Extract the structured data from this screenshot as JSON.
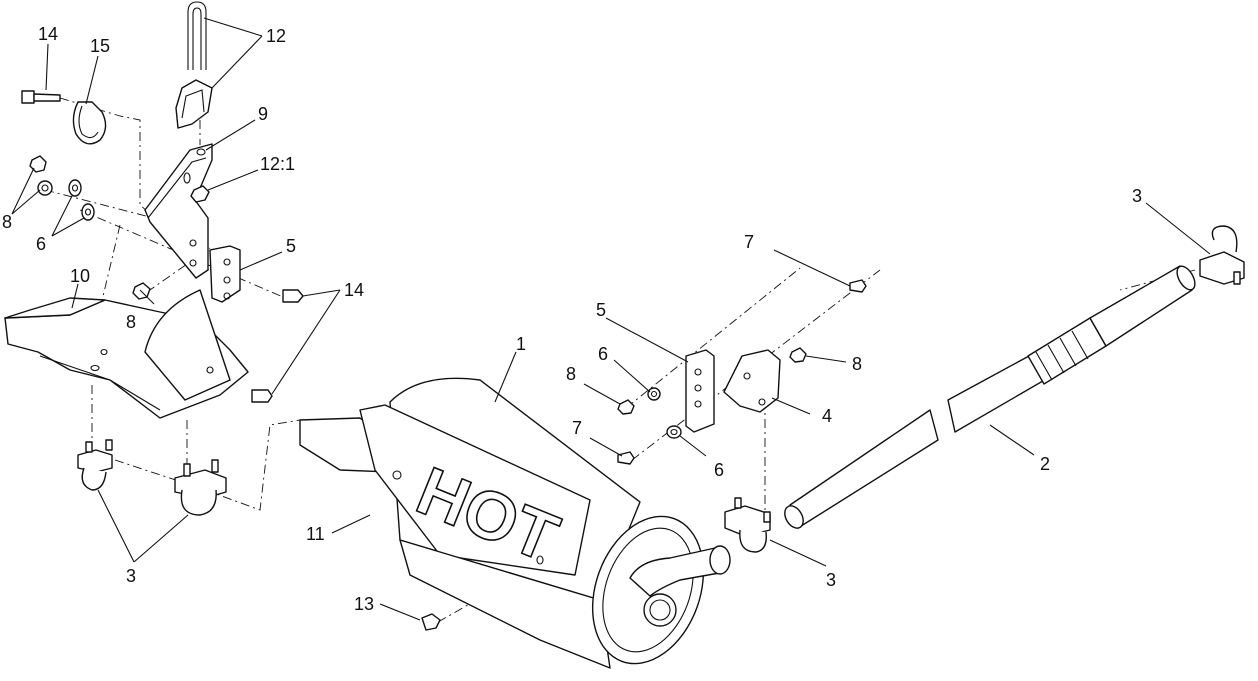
{
  "diagram": {
    "stamp_text": "HOT",
    "callouts": [
      {
        "id": "c14a",
        "label": "14"
      },
      {
        "id": "c15",
        "label": "15"
      },
      {
        "id": "c12",
        "label": "12"
      },
      {
        "id": "c9",
        "label": "9"
      },
      {
        "id": "c12_1",
        "label": "12:1"
      },
      {
        "id": "c8a",
        "label": "8"
      },
      {
        "id": "c6a",
        "label": "6"
      },
      {
        "id": "c5a",
        "label": "5"
      },
      {
        "id": "c10",
        "label": "10"
      },
      {
        "id": "c8b",
        "label": "8"
      },
      {
        "id": "c14b",
        "label": "14"
      },
      {
        "id": "c1",
        "label": "1"
      },
      {
        "id": "c3a",
        "label": "3"
      },
      {
        "id": "c11",
        "label": "11"
      },
      {
        "id": "c13",
        "label": "13"
      },
      {
        "id": "c7a",
        "label": "7"
      },
      {
        "id": "c5b",
        "label": "5"
      },
      {
        "id": "c6b",
        "label": "6"
      },
      {
        "id": "c8c",
        "label": "8"
      },
      {
        "id": "c8d",
        "label": "8"
      },
      {
        "id": "c4",
        "label": "4"
      },
      {
        "id": "c7b",
        "label": "7"
      },
      {
        "id": "c6c",
        "label": "6"
      },
      {
        "id": "c3b",
        "label": "3"
      },
      {
        "id": "c3c",
        "label": "3"
      },
      {
        "id": "c2",
        "label": "2"
      }
    ]
  }
}
